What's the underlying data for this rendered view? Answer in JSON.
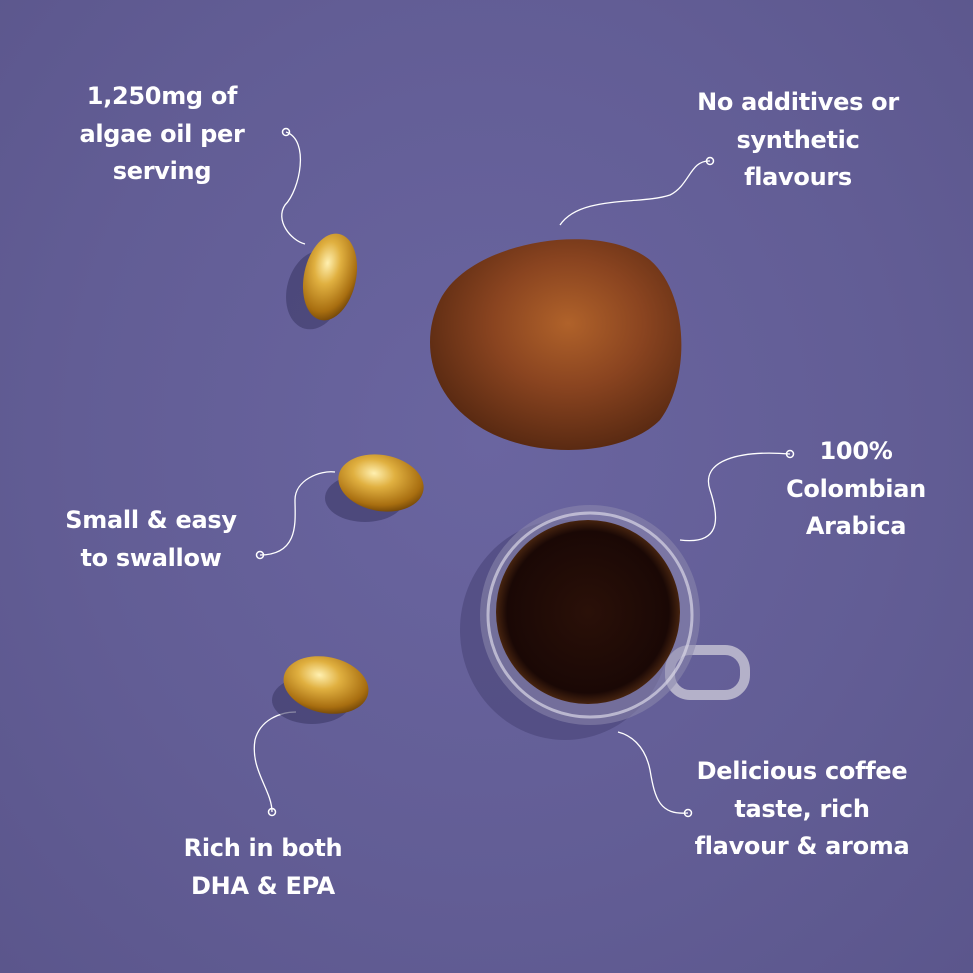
{
  "callouts": {
    "algae_oil": [
      "1,250mg of",
      "algae oil per",
      "serving"
    ],
    "no_additives": [
      "No additives or",
      "synthetic",
      "flavours"
    ],
    "colombian": [
      "100%",
      "Colombian",
      "Arabica"
    ],
    "small_easy": [
      "Small & easy",
      "to swallow"
    ],
    "dha_epa": [
      "Rich in both",
      "DHA & EPA"
    ],
    "delicious": [
      "Delicious coffee",
      "taste, rich",
      "flavour & aroma"
    ]
  },
  "colors": {
    "background": "#645f97",
    "text": "#ffffff",
    "capsule": "#c8901c",
    "coffee_powder": "#7a3a18",
    "coffee_liquid": "#1e0c06"
  }
}
